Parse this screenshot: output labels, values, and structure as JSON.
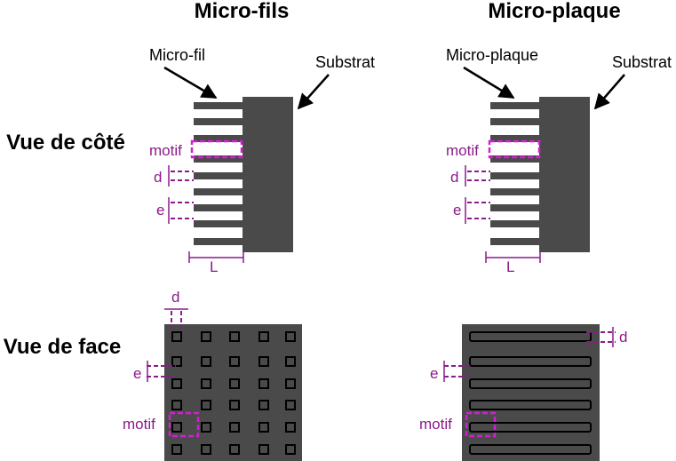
{
  "columns": {
    "left_title": "Micro-fils",
    "right_title": "Micro-plaque"
  },
  "rows": {
    "side_view": "Vue de côté",
    "front_view": "Vue de face"
  },
  "left_side": {
    "element_label": "Micro-fil",
    "substrate_label": "Substrat",
    "motif": "motif",
    "d": "d",
    "e": "e",
    "L": "L"
  },
  "right_side": {
    "element_label": "Micro-plaque",
    "substrate_label": "Substrat",
    "motif": "motif",
    "d": "d",
    "e": "e",
    "L": "L"
  },
  "left_front": {
    "d": "d",
    "e": "e",
    "motif": "motif"
  },
  "right_front": {
    "d": "d",
    "e": "e",
    "motif": "motif"
  },
  "colors": {
    "structure": "#4a4a4a",
    "motif_outline": "#d21ed2",
    "dimension": "#8b1a8b"
  }
}
